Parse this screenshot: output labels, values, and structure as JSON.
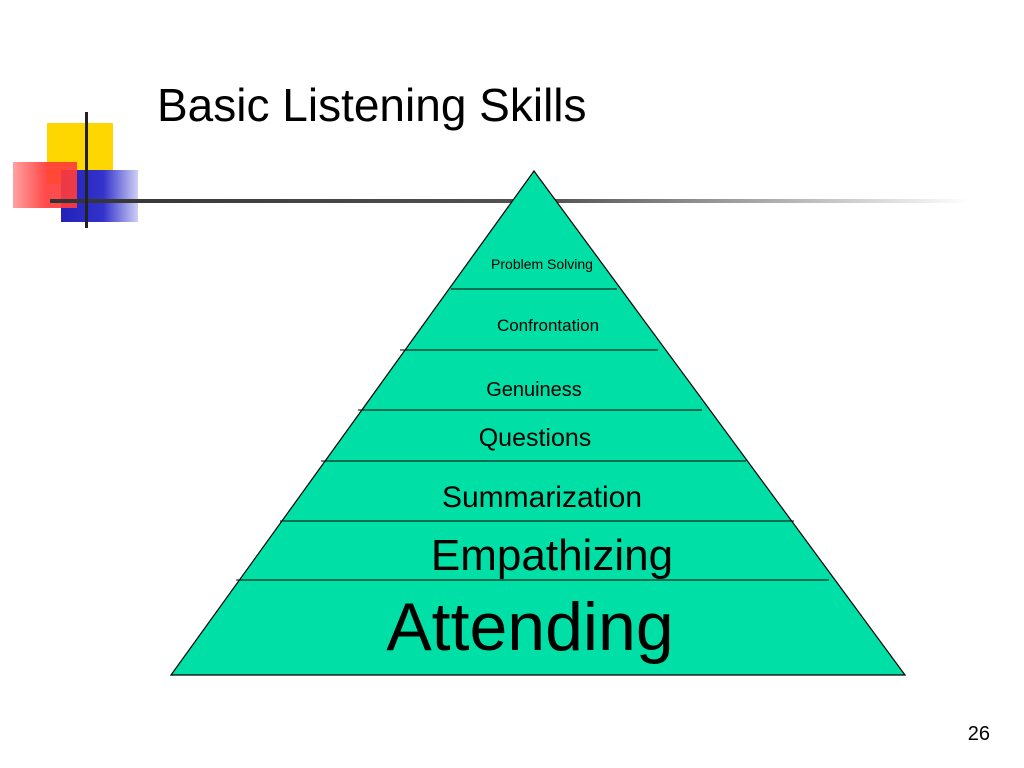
{
  "slide": {
    "title": "Basic Listening Skills",
    "page_number": "26"
  },
  "colors": {
    "pyramid_fill": "#00E0A6",
    "yellow_square": "#FFD700",
    "red_square": "#FF3B3B",
    "blue_square": "#3333CC"
  },
  "pyramid": {
    "levels": [
      {
        "label": "Problem Solving"
      },
      {
        "label": "Confrontation"
      },
      {
        "label": "Genuiness"
      },
      {
        "label": "Questions"
      },
      {
        "label": "Summarization"
      },
      {
        "label": "Empathizing"
      },
      {
        "label": "Attending"
      }
    ]
  }
}
